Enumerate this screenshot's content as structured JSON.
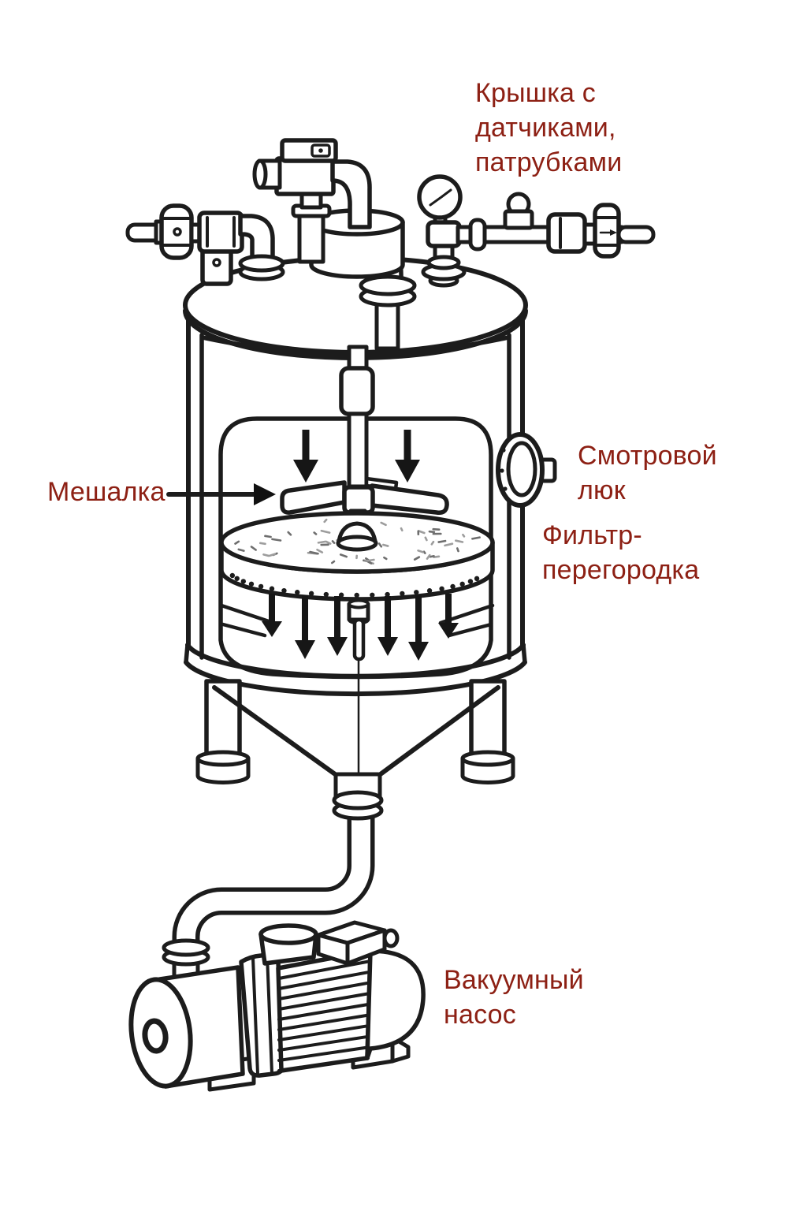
{
  "background": "#ffffff",
  "colors": {
    "line": "#1c1c1c",
    "label": "#8d2014",
    "arrow_fill": "#161616"
  },
  "labels": {
    "lid": {
      "text": "Крышка с\nдатчиками,\nпатрубками"
    },
    "agitator": {
      "text": "Мешалка"
    },
    "sight_glass": {
      "text": "Смотровой\nлюк"
    },
    "filter_septum": {
      "text": "Фильтр-\nперегородка"
    },
    "vacuum_pump": {
      "text": "Вакуумный\nнасос"
    }
  }
}
